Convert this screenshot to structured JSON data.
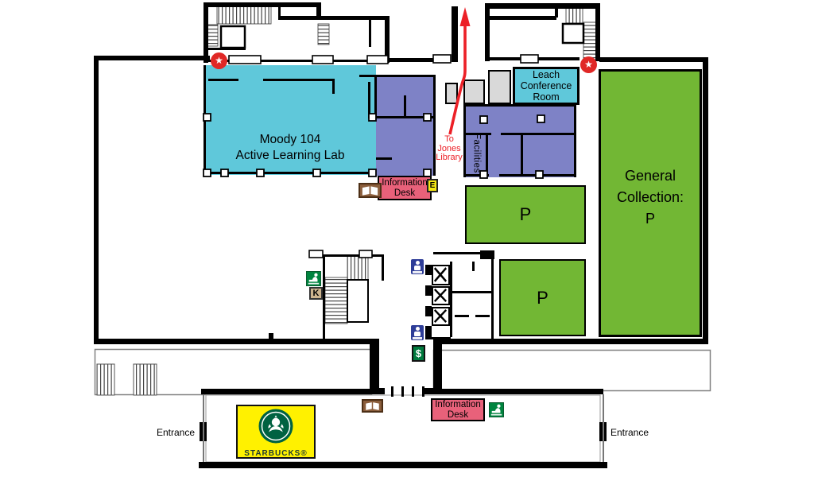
{
  "palette": {
    "wall": "#000000",
    "room_cyan": "#5fc8da",
    "room_purple": "#7e82c6",
    "room_green": "#72b734",
    "desk_pink": "#e8617a",
    "gray_room": "#d9d9d9",
    "accent_red": "#ec2027",
    "restroom_blue": "#2e3d98",
    "fountain_green": "#00843f",
    "change_green": "#007a3e",
    "starbucks_yellow": "#fff100",
    "starbucks_green": "#006241",
    "kiosk_tan": "#cdb48e",
    "elevator_icon_yellow": "#f5e814",
    "book_brown": "#8a5d3b"
  },
  "rooms": {
    "moody_lab": {
      "line1": "Moody 104",
      "line2": "Active Learning Lab"
    },
    "leach_conference": {
      "line1": "Leach",
      "line2": "Conference",
      "line3": "Room"
    },
    "facilities": {
      "label": "Facilities"
    },
    "general_collection": {
      "line1": "General",
      "line2": "Collection:",
      "line3": "P"
    },
    "stacks_upper": {
      "label": "P"
    },
    "stacks_lower": {
      "label": "P"
    }
  },
  "desks": {
    "info_upper": {
      "line1": "Information",
      "line2": "Desk"
    },
    "info_lower": {
      "line1": "Information",
      "line2": "Desk"
    }
  },
  "annotations": {
    "to_jones": {
      "line1": "To",
      "line2": "Jones",
      "line3": "Library"
    },
    "entrance_left": "Entrance",
    "entrance_right": "Entrance"
  },
  "starbucks": {
    "label": "STARBUCKS®"
  },
  "icon_letters": {
    "kiosk": "K",
    "elevator": "E",
    "change": "$",
    "exit_star": "★"
  }
}
